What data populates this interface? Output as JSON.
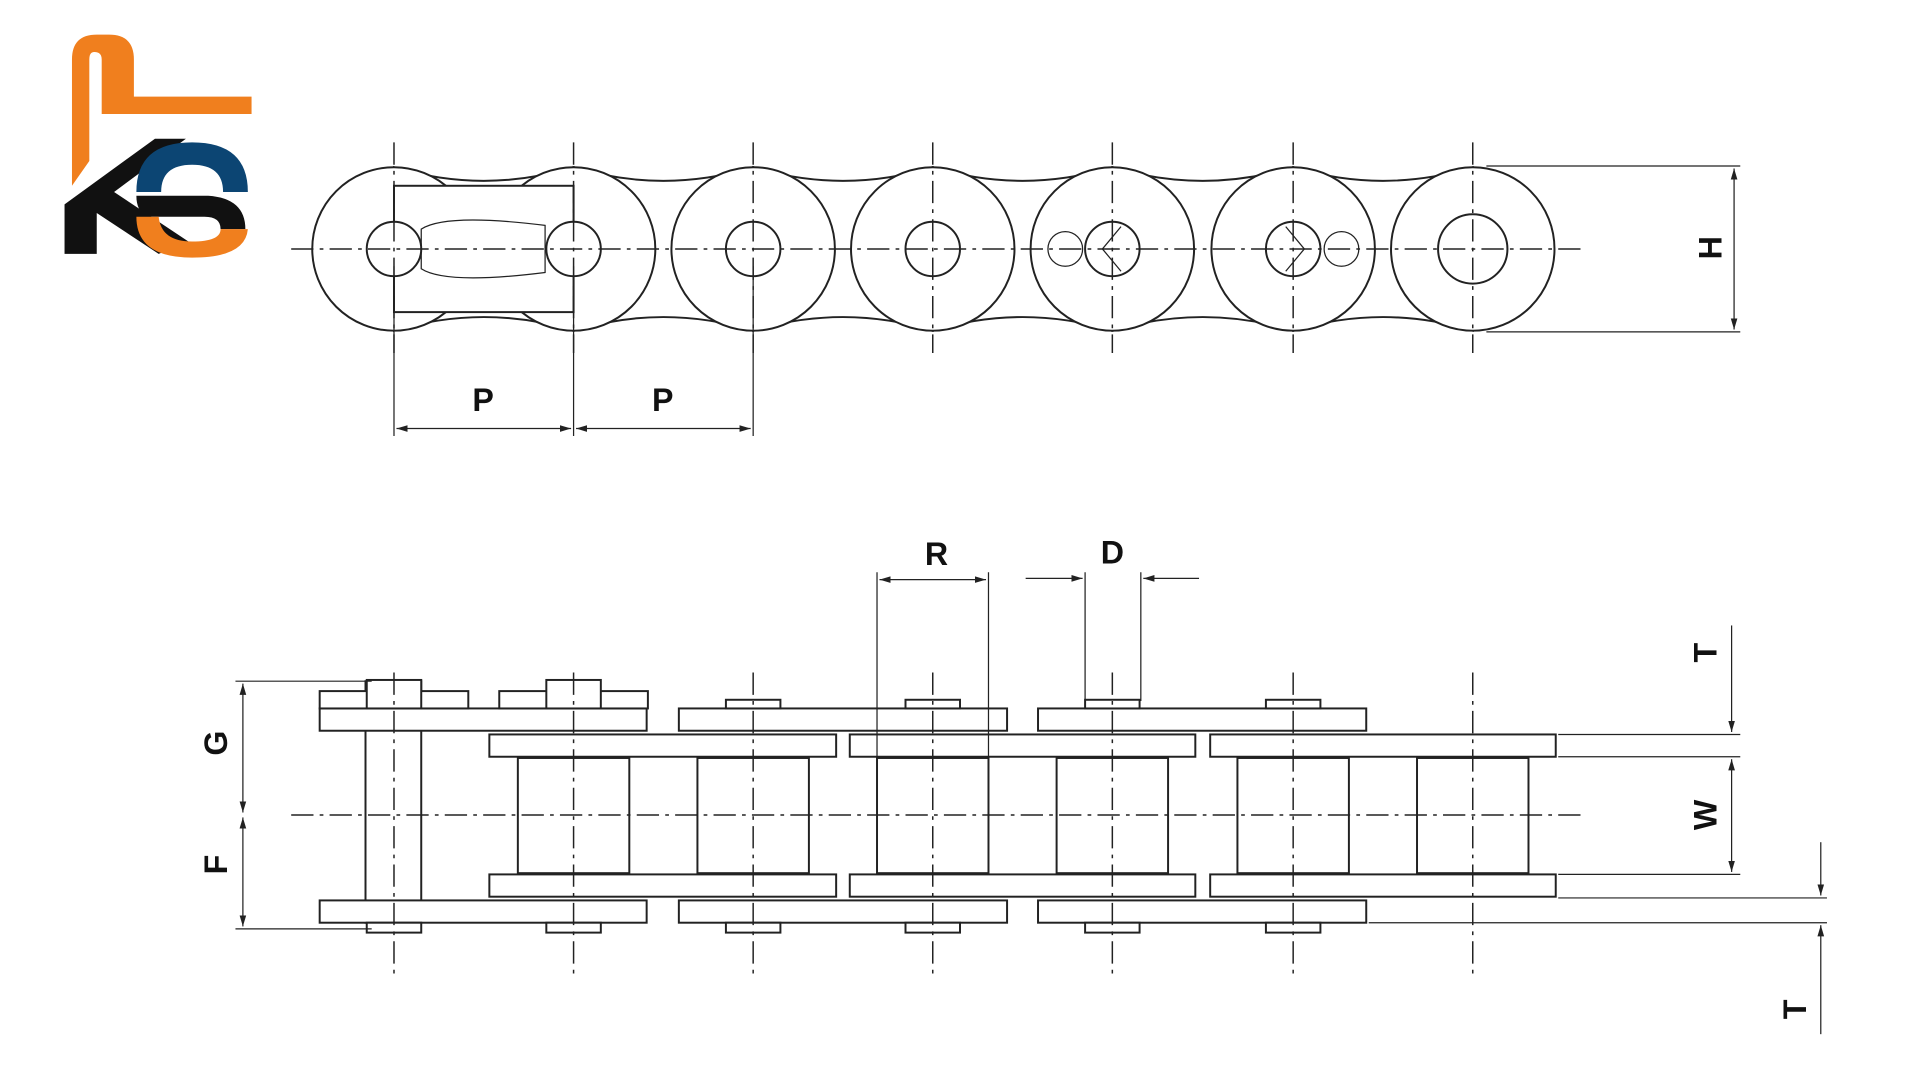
{
  "logo": {
    "text": "KS",
    "colors": {
      "orange": "#F07F1E",
      "black": "#111111",
      "blue": "#0C4573"
    }
  },
  "diagram": {
    "title": "Roller chain dimensions",
    "labels": {
      "pitch_1": "P",
      "pitch_2": "P",
      "height": "H",
      "roller_width": "R",
      "pin_diameter": "D",
      "plate_thickness_top": "T",
      "inner_width": "W",
      "pin_length_upper": "G",
      "pin_length_lower": "F",
      "plate_thickness_bottom": "T"
    }
  }
}
